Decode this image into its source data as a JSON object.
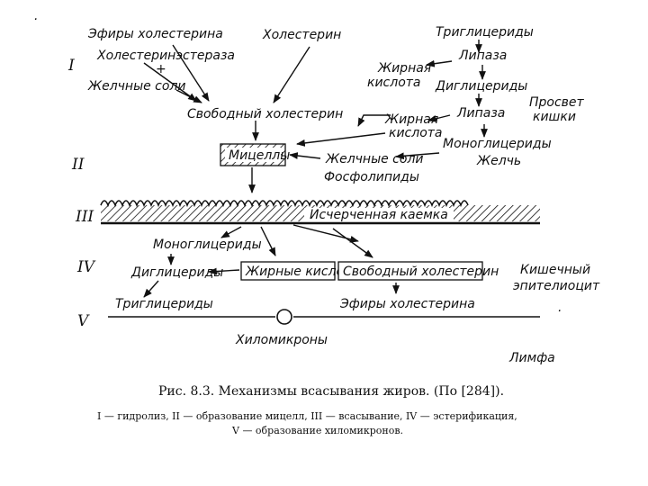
{
  "levels": {
    "i": "I",
    "ii": "II",
    "iii": "III",
    "iv": "IV",
    "v": "V"
  },
  "labels": {
    "cholesterol_esters_top": "Эфиры холестерина",
    "cholesterol": "Холестерин",
    "triglycerides_top": "Триглицериды",
    "cholesterol_esterase": "Холестеринэстераза",
    "plus": "+",
    "bile_salts_top": "Желчные соли",
    "fatty_acid_1a": "Жирная",
    "fatty_acid_1b": "кислота",
    "lipase_1": "Липаза",
    "diglycerides_top": "Диглицериды",
    "intestinal_lumen_a": "Просвет",
    "intestinal_lumen_b": "кишки",
    "free_cholesterol_top": "Свободный холестерин",
    "fatty_acid_2a": "Жирная",
    "fatty_acid_2b": "кислота",
    "lipase_2": "Липаза",
    "micelles": "Мицеллы",
    "monoglycerides_top": "Моноглицериды",
    "bile_salts_mid": "Желчные соли",
    "bile": "Желчь",
    "phospholipids": "Фосфолипиды",
    "brush_border": "Исчерченная каемка",
    "monoglycerides_low": "Моноглицериды",
    "diglycerides_low": "Диглицериды",
    "fatty_acids_box": "Жирные кислоты",
    "free_cholesterol_box": "Свободный холестерин",
    "enterocyte_a": "Кишечный",
    "enterocyte_b": "эпителиоцит",
    "triglycerides_low": "Триглицериды",
    "cholesterol_esters_low": "Эфиры холестерина",
    "chylomicrons": "Хиломикроны",
    "lymph": "Лимфа",
    "dot": "."
  },
  "caption": {
    "title": "Рис. 8.3. Механизмы всасывания жиров. (По [284]).",
    "legend_line1": "I — гидролиз, II — образование мицелл, III — всасывание, IV — эстерификация,",
    "legend_line2": "V — образование хиломикронов."
  }
}
